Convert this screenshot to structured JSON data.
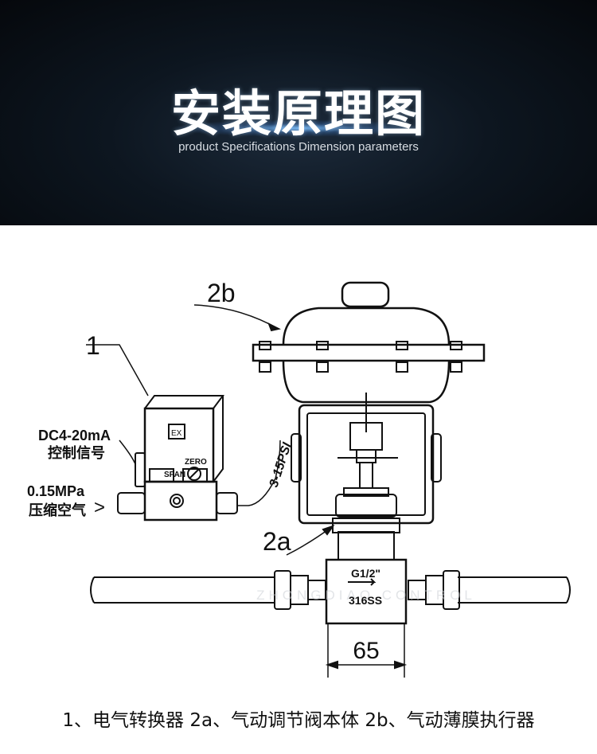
{
  "banner": {
    "title": "安装原理图",
    "subtitle": "product  Specifications  Dimension parameters"
  },
  "diagram": {
    "label_converter": "1",
    "label_actuator": "2b",
    "label_valve_body": "2a",
    "signal_line1": "DC4-20mA",
    "signal_line2": "控制信号",
    "air_line1": "0.15MPa",
    "air_line2": "压缩空气",
    "air_arrow": ">",
    "pressure_range": "3-15PSI",
    "ex_mark": "EX",
    "zero_label": "ZERO",
    "span_label": "SPAN",
    "port_size": "G1/2\"",
    "material": "316SS",
    "dimension": "65",
    "watermark": "ZHONGDIAO CONTROL"
  },
  "caption": "1、电气转换器  2a、气动调节阀本体  2b、气动薄膜执行器",
  "colors": {
    "banner_bg": "#05080c",
    "line": "#111111",
    "text": "#111111"
  }
}
